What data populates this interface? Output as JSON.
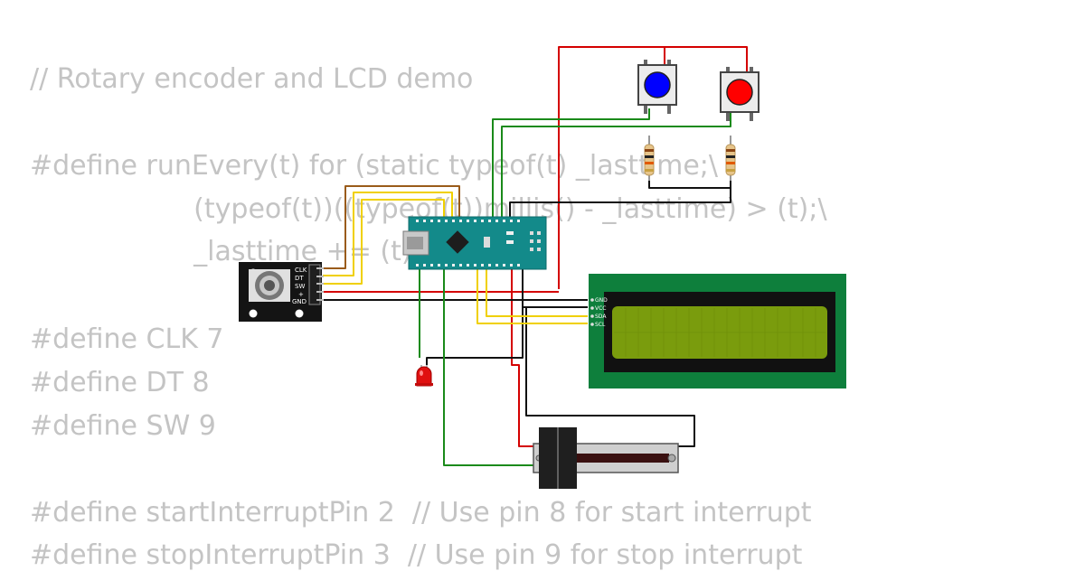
{
  "code": {
    "lines": [
      "// Rotary encoder and LCD demo",
      "#define runEvery(t) for (static typeof(t) _lasttime;\\",
      "                   (typeof(t))((typeof(t))millis() - _lasttime) > (t);\\",
      "                   _lasttime += (t))",
      "#define CLK 7",
      "#define DT 8",
      "#define SW 9",
      "#define startInterruptPin 2  // Use pin 8 for start interrupt",
      "#define stopInterruptPin 3  // Use pin 9 for stop interrupt"
    ]
  },
  "encoder": {
    "pins": [
      "CLK",
      "DT",
      "SW",
      "+",
      "GND"
    ]
  },
  "lcd": {
    "pins": [
      "GND",
      "VCC",
      "SDA",
      "SCL"
    ]
  },
  "colors": {
    "wire_red": "#d40000",
    "wire_green": "#1a8a1a",
    "wire_yellow": "#f0d000",
    "wire_brown": "#9a5b1a",
    "wire_black": "#111111",
    "nano_board": "#138a8a",
    "lcd_board": "#0e7f3c",
    "lcd_screen": "#7a9c0d",
    "button_blue": "#0000ff",
    "button_red": "#ff0000",
    "led_red": "#e01010"
  }
}
